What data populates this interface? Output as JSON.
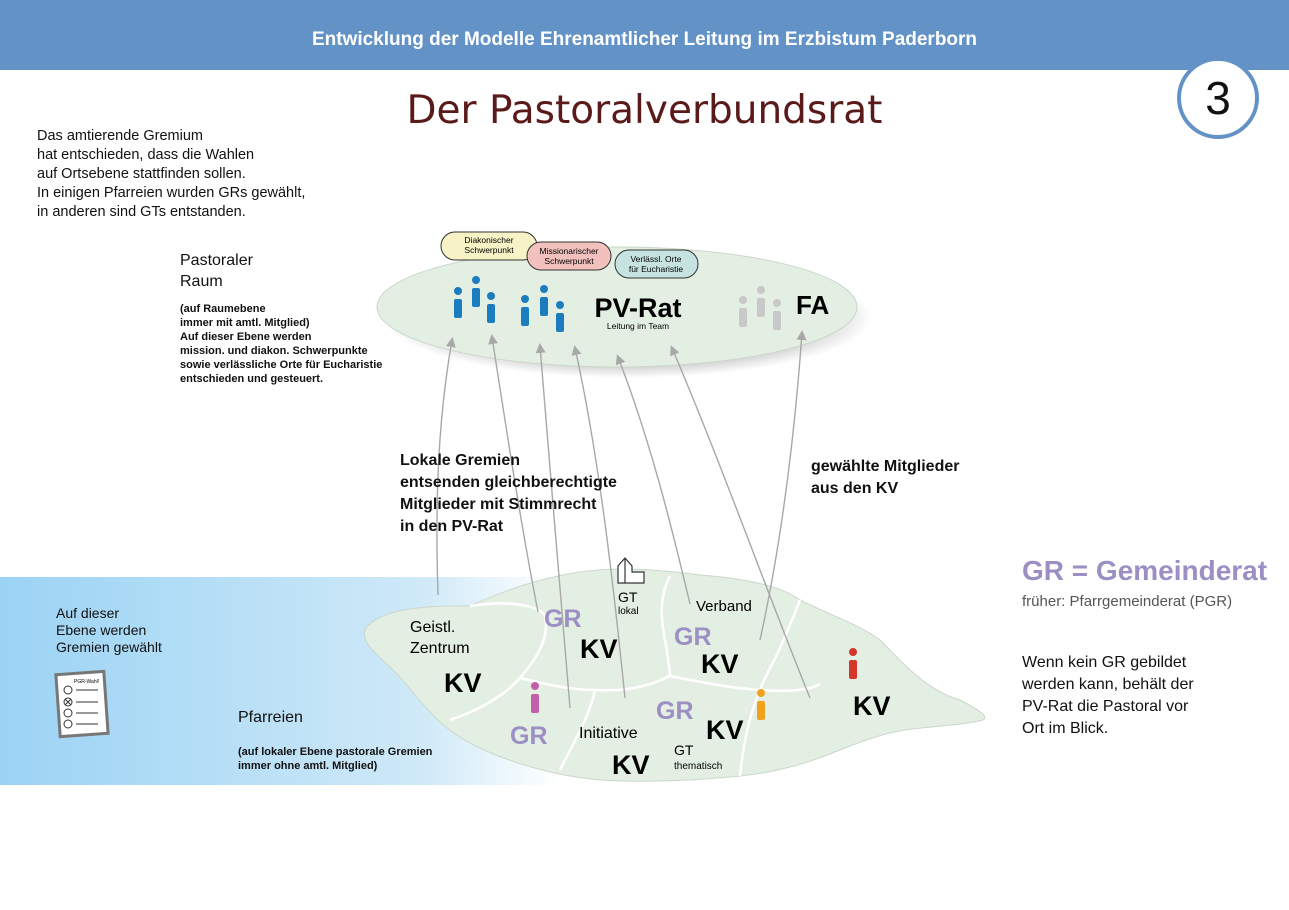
{
  "header": {
    "title": "Entwicklung der Modelle Ehrenamtlicher Leitung im Erzbistum Paderborn"
  },
  "page_number": "3",
  "main_title": "Der Pastoralverbundsrat",
  "intro_text": "Das amtierende Gremium\nhat entschieden, dass die Wahlen\nauf Ortsebene stattfinden sollen.\nIn einigen Pfarreien wurden GRs gewählt,\nin anderen sind GTs entstanden.",
  "raum": {
    "title": "Pastoraler\nRaum",
    "desc": "(auf Raumebene\nimmer mit amtl. Mitglied)\nAuf dieser Ebene werden\nmission. und diakon. Schwerpunkte\nsowie verlässliche Orte für Eucharistie\nentschieden und gesteuert."
  },
  "tags": {
    "diakon": "Diakonischer\nSchwerpunkt",
    "mission": "Missionarischer\nSchwerpunkt",
    "euch": "Verlässl. Orte\nfür Eucharistie"
  },
  "pvrat": {
    "label": "PV-Rat",
    "sub": "Leitung im Team",
    "fa": "FA"
  },
  "mid_text": "Lokale Gremien\nentsenden gleichberechtigte\nMitglieder mit Stimmrecht\nin den PV-Rat",
  "right_mid_text": "gewählte Mitglieder\naus den KV",
  "level_text": "Auf dieser\nEbene werden\nGremien gewählt",
  "ballot_title": "PGR-Wahl!",
  "pfarreien": {
    "title": "Pfarreien",
    "desc": "(auf lokaler Ebene pastorale Gremien\nimmer ohne amtl. Mitglied)"
  },
  "map_labels": {
    "geistl": "Geistl.\nZentrum",
    "gr": "GR",
    "kv": "KV",
    "gt": "GT",
    "gt_lokal": "lokal",
    "verband": "Verband",
    "initiative": "Initiative",
    "gt_thematisch": "thematisch"
  },
  "gr_definition": "GR = Gemeinderat",
  "gr_former": "früher: Pfarrgemeinderat (PGR)",
  "no_gr_text": "Wenn kein GR gebildet\nwerden kann, behält der\nPV-Rat die Pastoral vor\nOrt im Blick.",
  "colors": {
    "header": "#6393c6",
    "gr_purple": "#9b8fc4",
    "person_blue": "#1b7cc0",
    "person_gray": "#c8c8c8",
    "person_pink": "#c160a8",
    "person_orange": "#f0a21d",
    "person_red": "#d6352a",
    "land_fill": "#e4efe4"
  }
}
